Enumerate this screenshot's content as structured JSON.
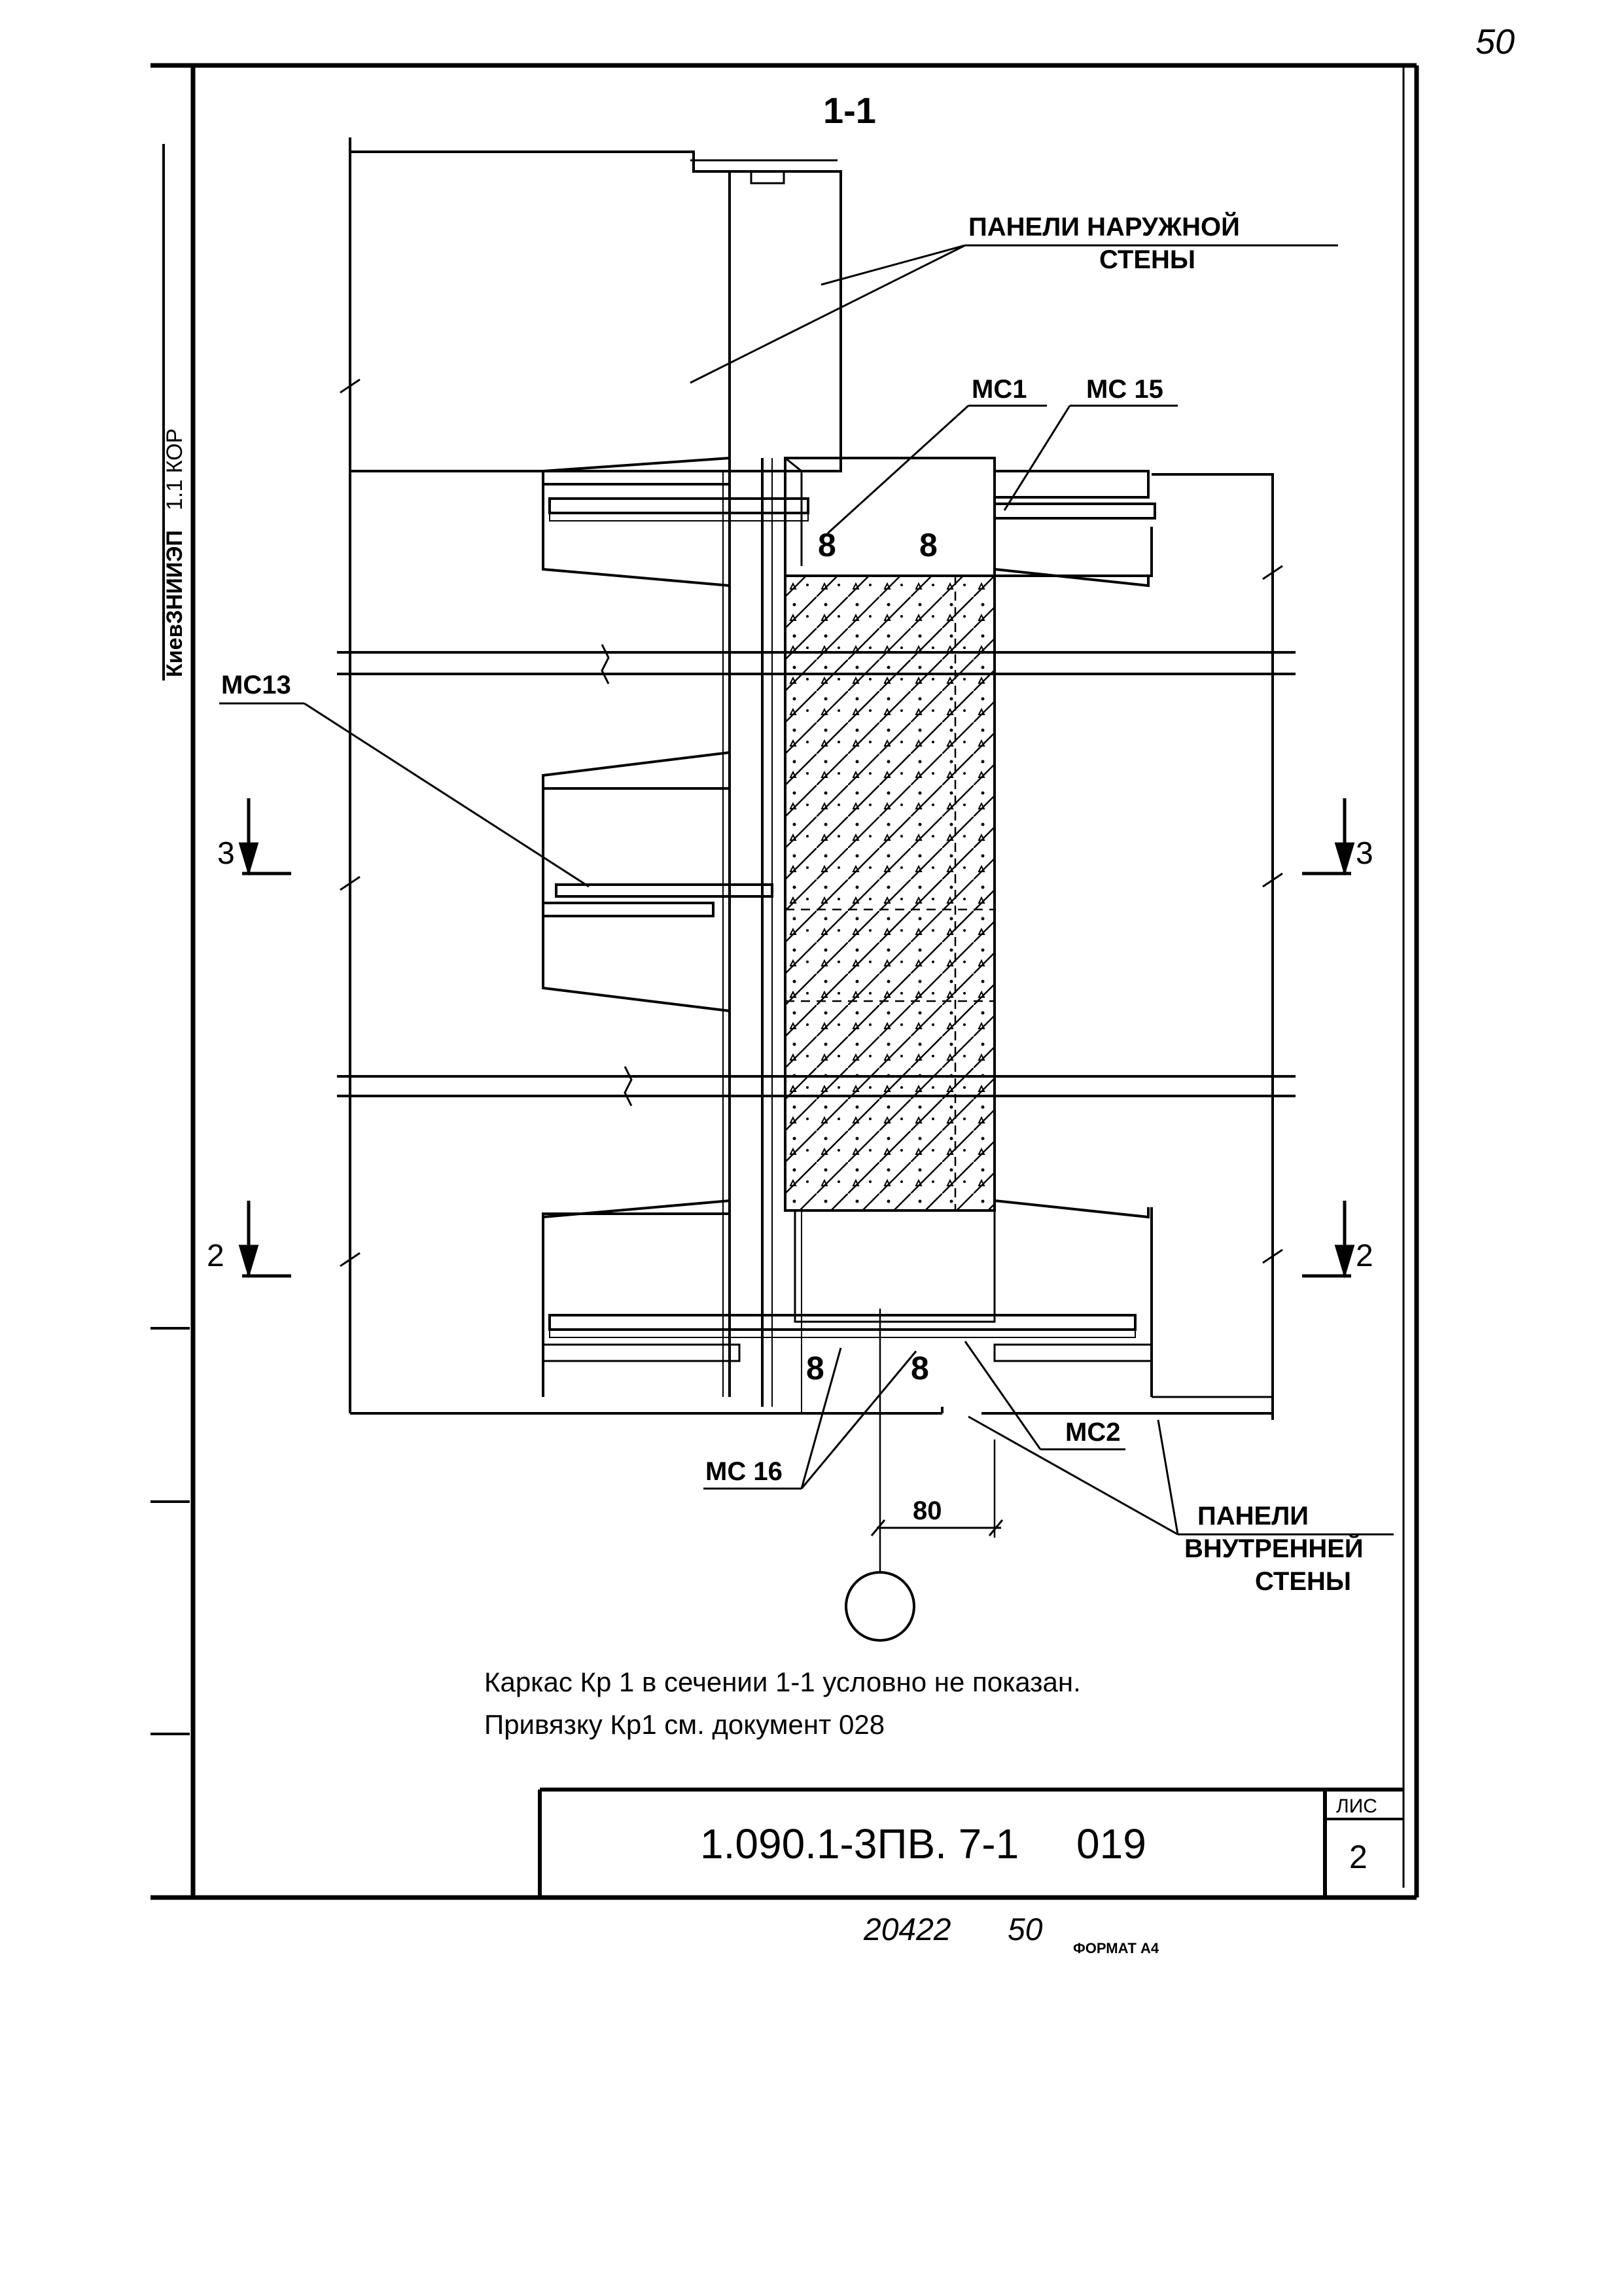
{
  "sheet": {
    "page_number_handwritten": "50",
    "side_stamp": "КиевЗНИИЭП",
    "side_stamp_sub": "1.1 КОР",
    "section_title": "1-1",
    "document_code": "1.090.1-3ПВ. 7-1",
    "document_number": "019",
    "sheet_label": "ЛИС",
    "sheet_number": "2",
    "inventory_number": "20422",
    "inventory_page": "50",
    "format_label": "ФОРМАТ А4"
  },
  "labels": {
    "outer_panels_line1": "ПАНЕЛИ НАРУЖНОЙ",
    "outer_panels_line2": "СТЕНЫ",
    "mc1": "МС1",
    "mc15": "МС 15",
    "mc13": "МС13",
    "mc16": "МС 16",
    "mc2": "МС2",
    "inner_panels_line1": "ПАНЕЛИ",
    "inner_panels_line2": "ВНУТРЕННЕЙ",
    "inner_panels_line3": "СТЕНЫ",
    "dim_80": "80",
    "cut_3": "3",
    "cut_2": "2",
    "weld_8": "8"
  },
  "notes": {
    "line1": "Каркас Кр 1 в сечении 1-1 условно не показан.",
    "line2": "Привязку Кр1 см. документ 028"
  },
  "colors": {
    "ink": "#000000",
    "paper": "#ffffff"
  }
}
